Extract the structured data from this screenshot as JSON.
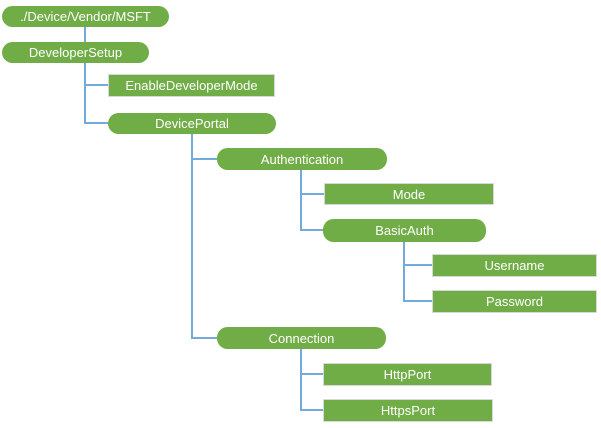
{
  "diagram": {
    "type": "tree",
    "nodes": [
      {
        "label": "./Device/Vendor/MSFT",
        "shape": "pill"
      },
      {
        "label": "DeveloperSetup",
        "shape": "pill"
      },
      {
        "label": "EnableDeveloperMode",
        "shape": "rectangle"
      },
      {
        "label": "DevicePortal",
        "shape": "pill"
      },
      {
        "label": "Authentication",
        "shape": "pill"
      },
      {
        "label": "Mode",
        "shape": "rectangle"
      },
      {
        "label": "BasicAuth",
        "shape": "pill"
      },
      {
        "label": "Username",
        "shape": "rectangle"
      },
      {
        "label": "Password",
        "shape": "rectangle"
      },
      {
        "label": "Connection",
        "shape": "pill"
      },
      {
        "label": "HttpPort",
        "shape": "rectangle"
      },
      {
        "label": "HttpsPort",
        "shape": "rectangle"
      }
    ],
    "hierarchy": {
      "./Device/Vendor/MSFT": {
        "DeveloperSetup": {
          "EnableDeveloperMode": {},
          "DevicePortal": {
            "Authentication": {
              "Mode": {},
              "BasicAuth": {
                "Username": {},
                "Password": {}
              }
            },
            "Connection": {
              "HttpPort": {},
              "HttpsPort": {}
            }
          }
        }
      }
    }
  },
  "colors": {
    "background": "#FFFFFF",
    "node_fill": "#70AD47",
    "node_text": "#FFFFFF",
    "rect_border": "#D9D9D9",
    "connector": "#74A9DC"
  }
}
